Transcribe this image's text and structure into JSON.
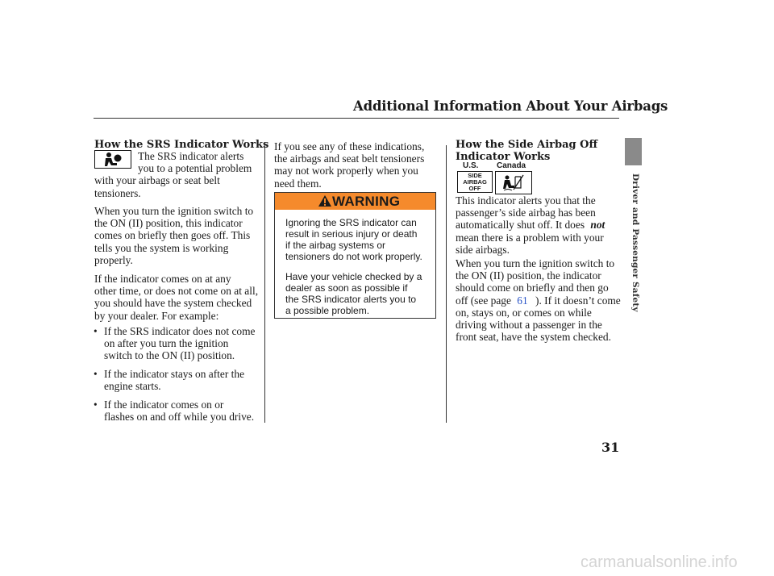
{
  "page": {
    "title": "Additional Information About Your Airbags",
    "side_tab": "Driver and Passenger Safety",
    "page_number": "31",
    "watermark": "carmanualsonline.info"
  },
  "left": {
    "heading": "How the SRS Indicator Works",
    "icon": "srs-airbag-person-icon",
    "para1": [
      "The SRS indicator alerts",
      "you to a potential problem",
      "with your airbags or seat belt",
      "tensioners."
    ],
    "para2": [
      "When you turn the ignition switch to",
      "the ON (II) position, this indicator",
      "comes on briefly then goes off. This",
      "tells you the system is working",
      "properly."
    ],
    "para3": [
      "If the indicator comes on at any",
      "other time, or does not come on at all,",
      "you should have the system checked",
      "by your dealer. For example:"
    ],
    "bullets": [
      [
        "If the SRS indicator does not come",
        "on after you turn the ignition",
        "switch to the ON (II) position."
      ],
      [
        "If the indicator stays on after the",
        "engine starts."
      ],
      [
        "If the indicator comes on or",
        "flashes on and off while you drive."
      ]
    ]
  },
  "middle": {
    "intro": [
      "If you see any of these indications,",
      "the airbags and seat belt tensioners",
      "may not work properly when you",
      "need them."
    ],
    "warning_label": "WARNING",
    "warning_p1": [
      "Ignoring the SRS indicator can",
      "result in serious injury or death",
      "if the airbag systems or",
      "tensioners do not work properly."
    ],
    "warning_p2": [
      "Have your vehicle checked by a",
      "dealer as soon as possible if",
      "the SRS indicator alerts you to",
      "a possible problem."
    ]
  },
  "right": {
    "heading_line1": "How the Side Airbag Off",
    "heading_line2": "Indicator Works",
    "us_label": "U.S.",
    "canada_label": "Canada",
    "us_indicator": [
      "SIDE",
      "AIRBAG",
      "OFF"
    ],
    "canada_icon": "side-airbag-off-symbol-icon",
    "para1_l1": "This indicator alerts you that the",
    "para1_l2": "passenger’s side airbag has been",
    "para1_l3a": "automatically shut off. It does",
    "para1_l3b": "not",
    "para1_l4": "mean there is a problem with your",
    "para1_l5": "side airbags.",
    "para2_l1": "When you turn the ignition switch to",
    "para2_l2": "the ON (II) position, the indicator",
    "para2_l3": "should come on briefly and then go",
    "para2_l4a": "off (see page",
    "para2_link": "61",
    "para2_l4b": "). If it doesn’t come",
    "para2_l5": "on, stays on, or comes on while",
    "para2_l6": "driving without a passenger in the",
    "para2_l7": "front seat, have the system checked."
  },
  "colors": {
    "warning": "#f58a2c",
    "link": "#2a55c8",
    "tab": "#8a8a8a"
  }
}
